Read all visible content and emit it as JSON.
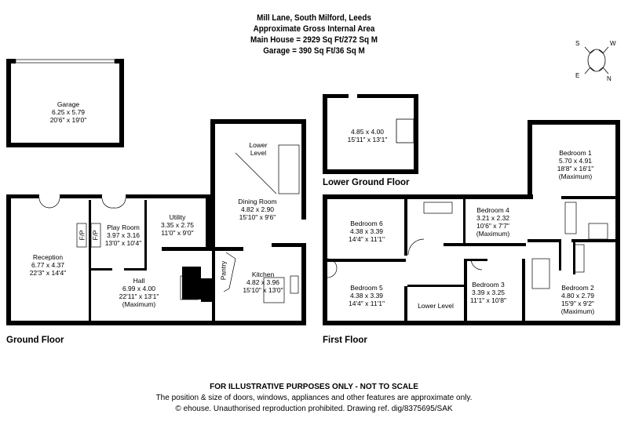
{
  "header": {
    "address": "Mill Lane, South Milford, Leeds",
    "subtitle": "Approximate Gross Internal Area",
    "main_house": "Main House = 2929 Sq Ft/272 Sq M",
    "garage": "Garage = 390 Sq Ft/36 Sq M"
  },
  "compass": {
    "s": "S",
    "w": "W",
    "e": "E",
    "n": "N"
  },
  "floors": {
    "ground": "Ground Floor",
    "lower_ground": "Lower Ground Floor",
    "first": "First Floor"
  },
  "rooms": {
    "garage": {
      "name": "Garage",
      "metric": "6.25 x 5.79",
      "imperial": "20'6\" x 19'0\""
    },
    "reception": {
      "name": "Reception",
      "metric": "6.77 x 4.37",
      "imperial": "22'3\" x 14'4\""
    },
    "play_room": {
      "name": "Play Room",
      "metric": "3.97 x 3.16",
      "imperial": "13'0\" x 10'4\""
    },
    "utility": {
      "name": "Utility",
      "metric": "3.35 x 2.75",
      "imperial": "11'0\" x 9'0\""
    },
    "hall": {
      "name": "Hall",
      "metric": "6.99 x 4.00",
      "imperial": "22'11\" x 13'1\"",
      "note": "(Maximum)"
    },
    "dining": {
      "name": "Dining Room",
      "metric": "4.82 x 2.90",
      "imperial": "15'10\" x 9'6\""
    },
    "kitchen": {
      "name": "Kitchen",
      "metric": "4.82 x 3.96",
      "imperial": "15'10\" x 13'0\""
    },
    "pantry": {
      "name": "Pantry"
    },
    "fp1": "F/P",
    "fp2": "F/P",
    "lower_level_ground": "Lower\nLevel",
    "lower_ground_room": {
      "metric": "4.85 x 4.00",
      "imperial": "15'11\" x 13'1\""
    },
    "bedroom1": {
      "name": "Bedroom 1",
      "metric": "5.70 x 4.91",
      "imperial": "18'8\" x 16'1\"",
      "note": "(Maximum)"
    },
    "bedroom2": {
      "name": "Bedroom 2",
      "metric": "4.80 x 2.79",
      "imperial": "15'9\" x 9'2\"",
      "note": "(Maximum)"
    },
    "bedroom3": {
      "name": "Bedroom 3",
      "metric": "3.39 x 3.25",
      "imperial": "11'1\" x 10'8\""
    },
    "bedroom4": {
      "name": "Bedroom 4",
      "metric": "3.21 x 2.32",
      "imperial": "10'6\" x 7'7\"",
      "note": "(Maximum)"
    },
    "bedroom5": {
      "name": "Bedroom 5",
      "metric": "4.38 x 3.39",
      "imperial": "14'4\" x 11'1\""
    },
    "bedroom6": {
      "name": "Bedroom 6",
      "metric": "4.38 x 3.39",
      "imperial": "14'4\" x 11'1\""
    },
    "lower_level_first": "Lower Level"
  },
  "footer": {
    "disclaimer": "FOR ILLUSTRATIVE PURPOSES ONLY - NOT TO SCALE",
    "note": "The position & size of doors, windows, appliances and other features are approximate only.",
    "copyright": "© ehouse. Unauthorised reproduction prohibited. Drawing ref. dig/8375695/SAK"
  }
}
